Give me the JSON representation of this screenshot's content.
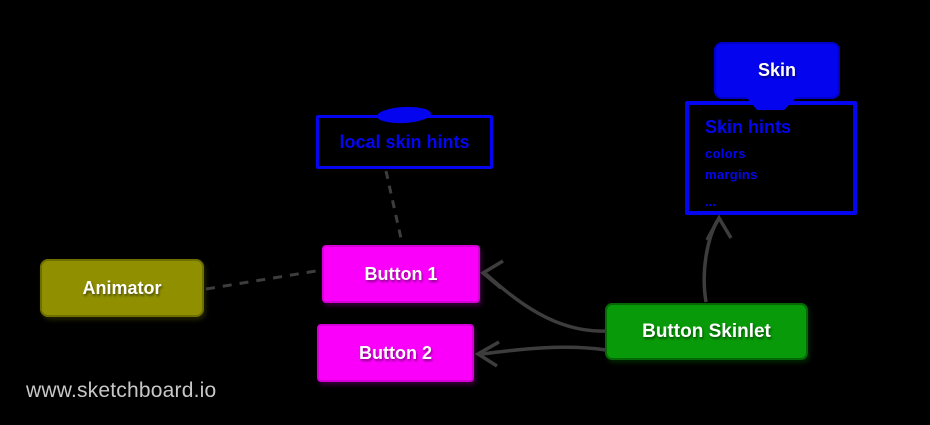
{
  "app": {
    "watermark": "www.sketchboard.io",
    "watermark_color": "#c8c8c8"
  },
  "diagram": {
    "background": "#000000",
    "edge_color": "#3d3d3d",
    "accent_blue": "#0505f0",
    "nodes": {
      "skin": {
        "label": "Skin",
        "fill": "#0404ee",
        "text_color": "#ffffff"
      },
      "skin_hints": {
        "title": "Skin hints",
        "items": [
          "colors",
          "margins",
          "..."
        ],
        "border": "#0505f0",
        "text_color": "#0505f0",
        "fill": "transparent"
      },
      "local_skin_hints": {
        "label": "local skin hints",
        "border": "#0505f0",
        "text_color": "#0505f0",
        "fill": "transparent"
      },
      "animator": {
        "label": "Animator",
        "fill": "#8f8f00",
        "text_color": "#ffffff"
      },
      "button1": {
        "label": "Button 1",
        "fill": "#fa00fa",
        "text_color": "#ffffff"
      },
      "button2": {
        "label": "Button 2",
        "fill": "#fa00fa",
        "text_color": "#ffffff"
      },
      "button_skinlet": {
        "label": "Button Skinlet",
        "fill": "#089a08",
        "text_color": "#ffffff"
      }
    },
    "edges": [
      {
        "from": "local_skin_hints",
        "to": "button1",
        "style": "dashed",
        "arrow": false
      },
      {
        "from": "animator",
        "to": "button1",
        "style": "dashed",
        "arrow": false
      },
      {
        "from": "button_skinlet",
        "to": "button1",
        "style": "solid",
        "arrow": true
      },
      {
        "from": "button_skinlet",
        "to": "button2",
        "style": "solid",
        "arrow": true
      },
      {
        "from": "button_skinlet",
        "to": "skin_hints",
        "style": "solid",
        "arrow": true
      },
      {
        "from": "skin",
        "to": "skin_hints",
        "style": "filled-blue-connector",
        "arrow": false
      }
    ]
  }
}
